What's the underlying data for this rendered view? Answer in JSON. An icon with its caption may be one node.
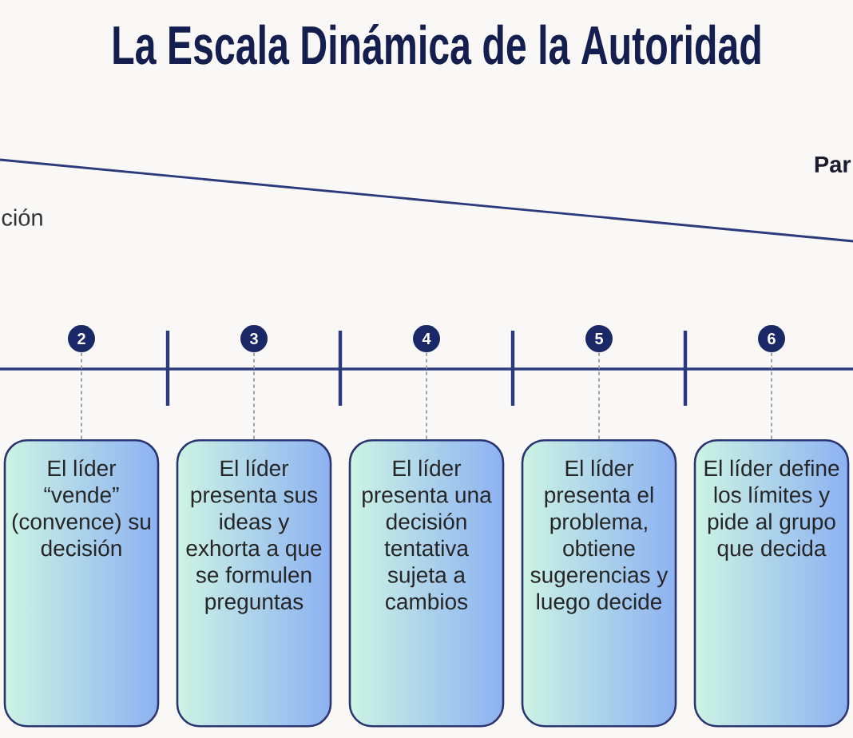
{
  "diagram": {
    "title": "La Escala Dinámica de la Autoridad",
    "nodes": [
      {
        "text": [
          "2"
        ]
      },
      {
        "text": [
          "3"
        ]
      },
      {
        "text": [
          "4"
        ]
      },
      {
        "text": [
          "5"
        ]
      },
      {
        "text": [
          "6"
        ]
      },
      {
        "text": [
          "El líder “vende” (convence) su decisión"
        ]
      },
      {
        "text": [
          "El líder presenta sus ideas y exhorta a que se formulen preguntas"
        ]
      },
      {
        "text": [
          "El líder presenta una decisión tentativa sujeta a cambios"
        ]
      },
      {
        "text": [
          "El líder presenta el problema, obtiene sugerencias y luego decide"
        ]
      },
      {
        "text": [
          "El líder define los límites y pide al grupo que decida"
        ]
      }
    ],
    "edges": [
      {
        "from": 0,
        "to": 5,
        "arrow": "none",
        "style": "dashed"
      },
      {
        "from": 1,
        "to": 6,
        "arrow": "none",
        "style": "dashed"
      },
      {
        "from": 2,
        "to": 7,
        "arrow": "none",
        "style": "dashed"
      },
      {
        "from": 3,
        "to": 8,
        "arrow": "none",
        "style": "dashed"
      },
      {
        "from": 4,
        "to": 9,
        "arrow": "none",
        "style": "dashed"
      }
    ],
    "labels": [
      "Par",
      "ción"
    ]
  }
}
